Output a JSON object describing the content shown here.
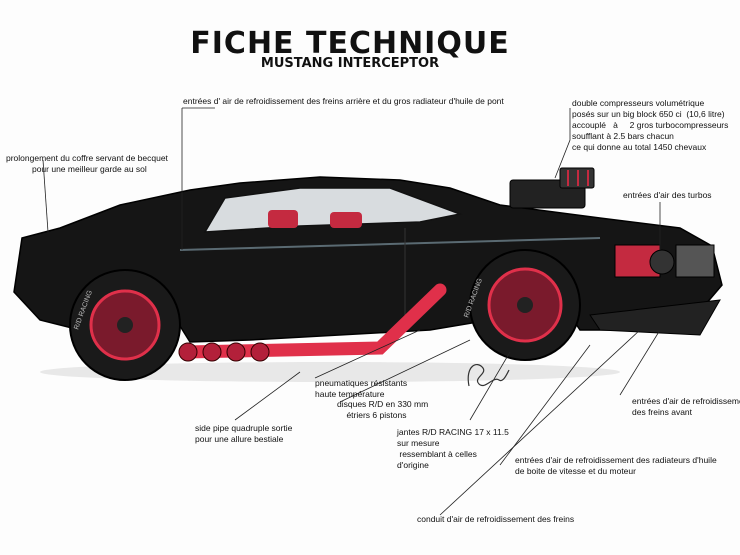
{
  "header": {
    "title": "FICHE TECHNIQUE",
    "subtitle": "MUSTANG INTERCEPTOR"
  },
  "annotations": {
    "rear_brakes": "entrées d' air de refroidissement des freins arrière et du gros radiateur d'huile de pont",
    "compressors": "double compresseurs volumétrique\nposés sur un big block 650 ci  (10,6 litre)\naccouplé   à     2 gros turbocompresseurs\nsoufflant à 2.5 bars chacun\nce qui donne au total 1450 chevaux",
    "trunk": "prolongement du coffre servant de becquet\n           pour une meilleur garde au sol",
    "turbos_intake": "entrées d'air des turbos",
    "tyres": "pneumatiques résistants\nhaute température",
    "discs": "disques R/D en 330 mm\n    étriers 6 pistons",
    "front_brakes": "entrées d'air de refroidissement\ndes freins avant",
    "side_pipe": "side pipe quadruple sortie\npour une allure bestiale",
    "rims": "jantes R/D RACING 17 x 11.5\nsur mesure\n ressemblant à celles\nd'origine",
    "radiators": "entrées d'air de refroidissement des radiateurs d'huile\nde boite de vitesse et du moteur",
    "brake_duct": "conduit d'air de refroidissement des freins"
  },
  "tyre_lettering": {
    "rear": "R/D RACING",
    "front": "R/D RACING"
  },
  "colors": {
    "body": "#141414",
    "accent_red": "#e0304a",
    "line": "#222222"
  }
}
